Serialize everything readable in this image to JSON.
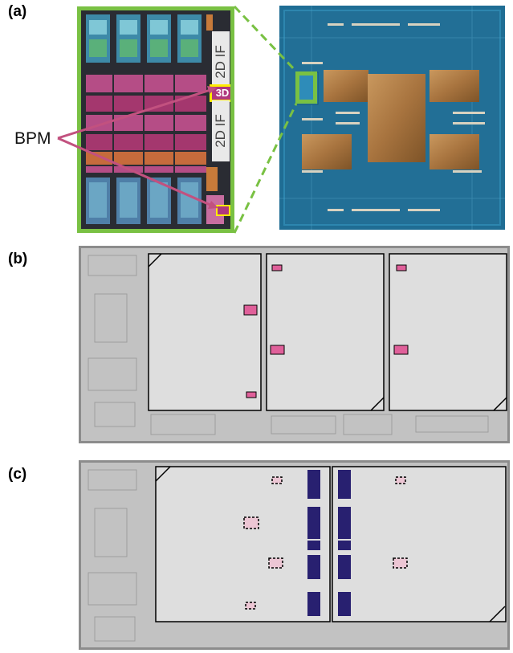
{
  "panels": {
    "a": {
      "label": "(a)",
      "bpm_label": "BPM",
      "if_label_top": "2D IF",
      "if_label_bottom": "2D IF",
      "3d_label": "3D"
    },
    "b": {
      "label": "(b)"
    },
    "c": {
      "label": "(c)"
    }
  },
  "colors": {
    "die_border": "#79c143",
    "callout_green": "#79c143",
    "bpm_arrow": "#c2517f",
    "bpm_box": "#e0609a",
    "highlight_yellow": "#ffec00",
    "tsv_block": "#282070",
    "package_blue": "#1f6d94"
  }
}
